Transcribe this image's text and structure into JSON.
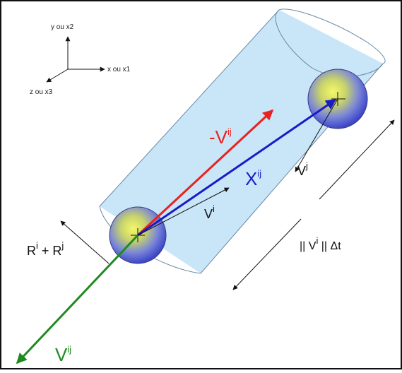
{
  "axes": {
    "y_label": "y ou x2",
    "x_label": "x ou x1",
    "z_label": "z ou x3"
  },
  "vectors": {
    "neg_vij": {
      "base": "-V",
      "sup": "ij",
      "color": "#e8221e"
    },
    "xij": {
      "base": "X",
      "sup": "ij",
      "color": "#1a1ac8"
    },
    "vj": {
      "base": "V",
      "sup": "j"
    },
    "vi": {
      "base": "V",
      "sup": "i"
    },
    "vij": {
      "base": "V",
      "sup": "ij",
      "color": "#1f8a1f"
    }
  },
  "annotations": {
    "radius_sum": {
      "r1": "R",
      "s1": "i",
      "plus": " + ",
      "r2": "R",
      "s2": "j"
    },
    "distance": {
      "left": "|| V",
      "sup": "i",
      "right": " || Δt"
    }
  },
  "colors": {
    "cylinder_fill": "#bfe0f7",
    "cylinder_stroke": "#6a8aa6",
    "sphere_stroke": "#3a3a80"
  }
}
